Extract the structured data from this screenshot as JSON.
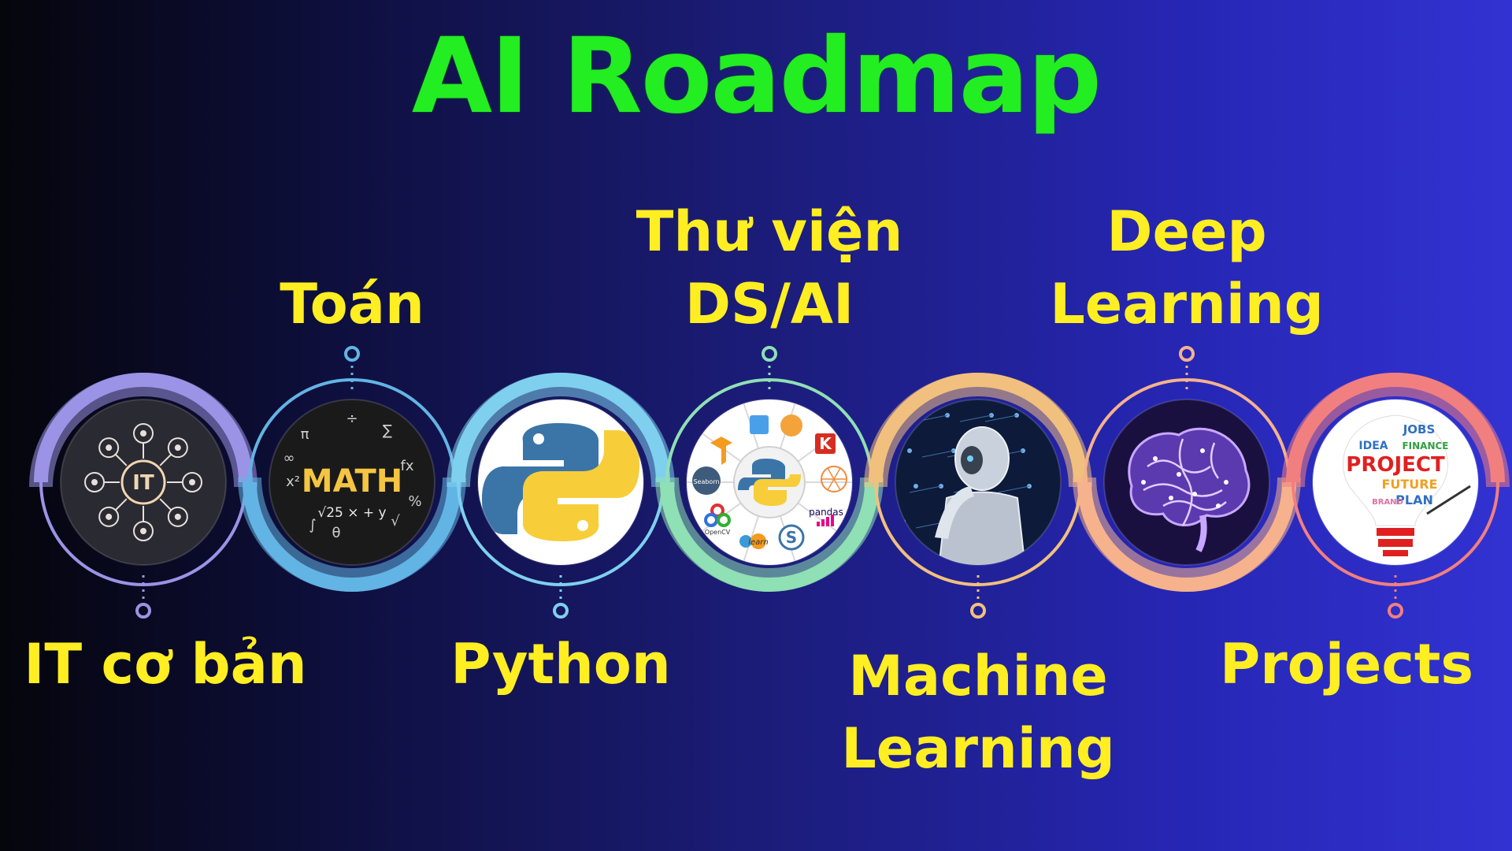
{
  "title": "AI Roadmap",
  "steps": [
    {
      "label": "IT cơ bản",
      "position": "below",
      "icon": "it-network-icon",
      "accent": "#9b93e6",
      "inner": "#2a2a33"
    },
    {
      "label": "Toán",
      "position": "above",
      "icon": "math-chalkboard-icon",
      "accent": "#62b4e4",
      "inner": "#1a1a1a"
    },
    {
      "label": "Python",
      "position": "below",
      "icon": "python-logo-icon",
      "accent": "#7fd0ee",
      "inner": "#ffffff"
    },
    {
      "label": "Thư viện\nDS/AI",
      "position": "above",
      "icon": "data-libraries-icon",
      "accent": "#8fe0b4",
      "inner": "#ffffff"
    },
    {
      "label": "Machine\nLearning",
      "position": "below",
      "icon": "robot-thinking-icon",
      "accent": "#f2c07e",
      "inner": "#0d1a3a"
    },
    {
      "label": "Deep\nLearning",
      "position": "above",
      "icon": "brain-icon",
      "accent": "#f6b28c",
      "inner": "#1a1040"
    },
    {
      "label": "Projects",
      "position": "below",
      "icon": "project-lightbulb-icon",
      "accent": "#f27f7f",
      "inner": "#ffffff"
    }
  ],
  "icon_text": {
    "it": "IT",
    "math": "MATH",
    "math_formula": "√25 × + y",
    "lib_k": "K",
    "lib_seaborn": "Seaborn",
    "lib_opencv": "OpenCV",
    "lib_learn": "learn",
    "lib_pandas": "pandas",
    "proj_jobs": "JOBS",
    "proj_idea": "IDEA",
    "proj_finance": "FINANCE",
    "proj_project": "PROJECT",
    "proj_future": "FUTURE",
    "proj_plan": "PLAN",
    "proj_brand": "BRAND"
  },
  "colors": {
    "title": "#22ee22",
    "label": "#ffee22"
  }
}
